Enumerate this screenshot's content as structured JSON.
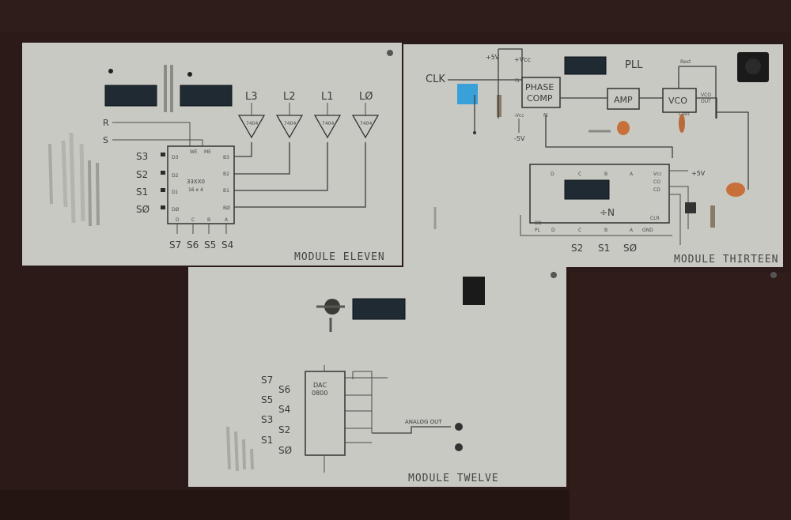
{
  "modules": {
    "eleven": {
      "name": "MODULE ELEVEN",
      "led_labels": [
        "L3",
        "L2",
        "L1",
        "LØ"
      ],
      "buffer_label": "7404",
      "left_inputs": [
        "S3",
        "S2",
        "S1",
        "SØ"
      ],
      "chip_label_line1": "33XX0",
      "chip_label_line2": "16 x 4",
      "bottom_labels": [
        "S7",
        "S6",
        "S5",
        "S4"
      ],
      "bottom_pins": [
        "D",
        "C",
        "B",
        "A"
      ],
      "side_inputs": [
        "R",
        "S"
      ],
      "top_pins": [
        "WE",
        "ME"
      ],
      "right_pins": [
        "B3",
        "B2",
        "B1",
        "BØ"
      ],
      "left_pins": [
        "D3",
        "D2",
        "D1",
        "DØ"
      ]
    },
    "thirteen": {
      "name": "MODULE THIRTEEN",
      "clk_label": "CLK",
      "plus5v": "+5V",
      "vcc": "+Vcc",
      "minus_vcc": "-Vcc",
      "minus5v": "-5V",
      "pll": "PLL",
      "phase_comp_line1": "PHASE",
      "phase_comp_line2": "COMP",
      "amp": "AMP",
      "vco": "VCO",
      "vco_out_line1": "VCO",
      "vco_out_line2": "OUT",
      "rext": "Rext",
      "cext": "Cext",
      "f1": "f1",
      "f2": "f2",
      "divider": "÷N",
      "divider_top_pins": [
        "D",
        "C",
        "B",
        "A"
      ],
      "divider_bottom_pins": [
        "D",
        "C",
        "B",
        "A"
      ],
      "divider_bottom_labels": [
        "S2",
        "S1",
        "SØ"
      ],
      "divider_right_pins": [
        "Vcc",
        "CO",
        "CD",
        "CLR",
        "GND"
      ],
      "divider_left_pins": [
        "BO",
        "PL"
      ],
      "plus5v_right": "+5V"
    },
    "twelve": {
      "name": "MODULE TWELVE",
      "dac_line1": "DAC",
      "dac_line2": "0800",
      "left_inputs": [
        "S7",
        "S6",
        "S5",
        "S4",
        "S3",
        "S2",
        "S1",
        "SØ"
      ],
      "analog_out": "ANALOG OUT"
    }
  },
  "colors": {
    "background": "#2b1a17",
    "board": "#c9c9c3",
    "trace": "#3c3c3c",
    "ic_body": "#1f2a33",
    "capacitor_blue": "#3aa0d8",
    "capacitor_orange": "#c8703a"
  }
}
